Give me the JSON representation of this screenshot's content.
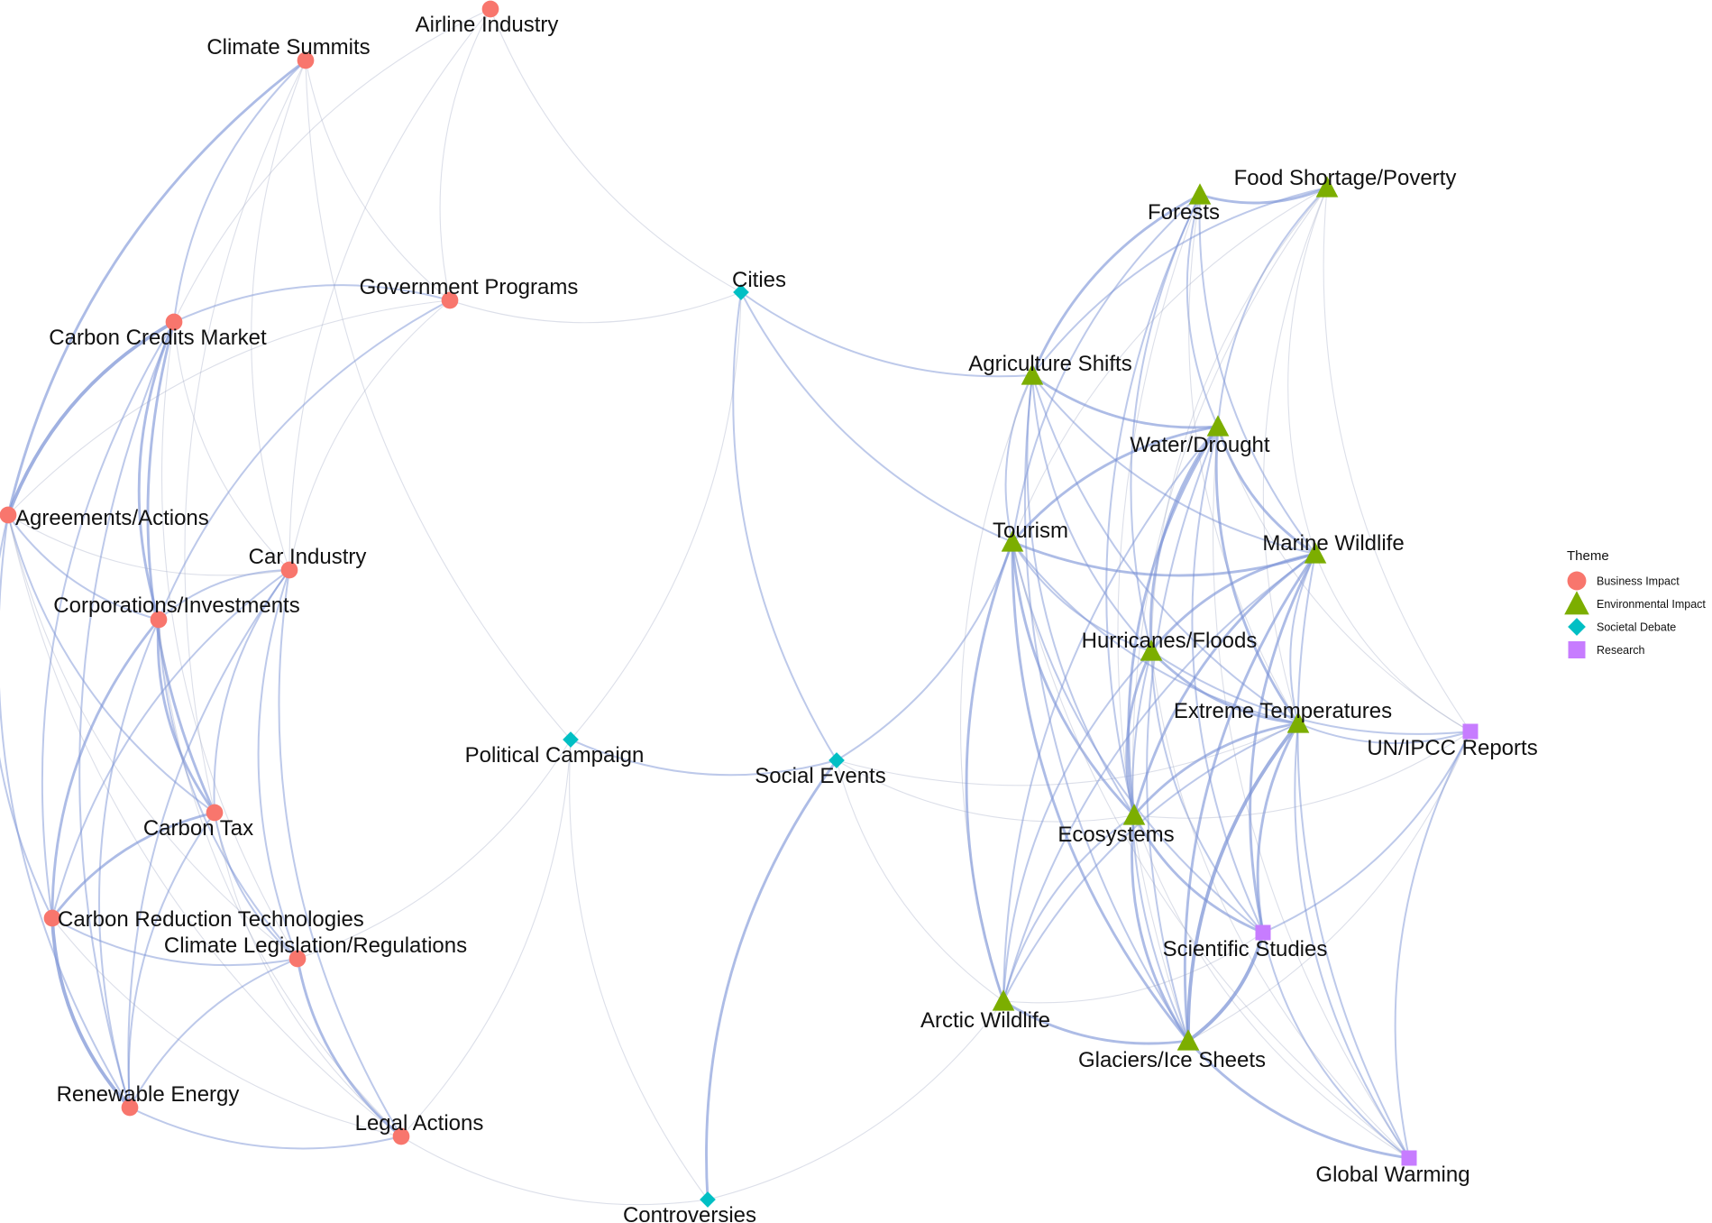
{
  "legend": {
    "title": "Theme",
    "items": [
      {
        "key": "business",
        "label": "Business Impact",
        "color": "#F8766D",
        "shape": "circle"
      },
      {
        "key": "environmental",
        "label": "Environmental Impact",
        "color": "#7CAE00",
        "shape": "triangle"
      },
      {
        "key": "societal",
        "label": "Societal Debate",
        "color": "#00BFC4",
        "shape": "diamond"
      },
      {
        "key": "research",
        "label": "Research",
        "color": "#C77CFF",
        "shape": "square"
      }
    ]
  },
  "edge_color": "#7b93d6",
  "nodes": [
    {
      "id": "airline",
      "label": "Airline Industry",
      "theme": "business"
    },
    {
      "id": "summits",
      "label": "Climate Summits",
      "theme": "business"
    },
    {
      "id": "govprog",
      "label": "Government Programs",
      "theme": "business"
    },
    {
      "id": "ccm",
      "label": "Carbon Credits Market",
      "theme": "business"
    },
    {
      "id": "agree",
      "label": "Agreements/Actions",
      "theme": "business"
    },
    {
      "id": "car",
      "label": "Car Industry",
      "theme": "business"
    },
    {
      "id": "corp",
      "label": "Corporations/Investments",
      "theme": "business"
    },
    {
      "id": "ctax",
      "label": "Carbon Tax",
      "theme": "business"
    },
    {
      "id": "crt",
      "label": "Carbon Reduction Technologies",
      "theme": "business"
    },
    {
      "id": "cleg",
      "label": "Climate Legislation/Regulations",
      "theme": "business"
    },
    {
      "id": "renew",
      "label": "Renewable Energy",
      "theme": "business"
    },
    {
      "id": "legal",
      "label": "Legal Actions",
      "theme": "business"
    },
    {
      "id": "cities",
      "label": "Cities",
      "theme": "societal"
    },
    {
      "id": "polcamp",
      "label": "Political Campaign",
      "theme": "societal"
    },
    {
      "id": "social",
      "label": "Social Events",
      "theme": "societal"
    },
    {
      "id": "contro",
      "label": "Controversies",
      "theme": "societal"
    },
    {
      "id": "forests",
      "label": "Forests",
      "theme": "environmental"
    },
    {
      "id": "food",
      "label": "Food Shortage/Poverty",
      "theme": "environmental"
    },
    {
      "id": "agri",
      "label": "Agriculture Shifts",
      "theme": "environmental"
    },
    {
      "id": "water",
      "label": "Water/Drought",
      "theme": "environmental"
    },
    {
      "id": "tourism",
      "label": "Tourism",
      "theme": "environmental"
    },
    {
      "id": "marine",
      "label": "Marine Wildlife",
      "theme": "environmental"
    },
    {
      "id": "hurr",
      "label": "Hurricanes/Floods",
      "theme": "environmental"
    },
    {
      "id": "extreme",
      "label": "Extreme Temperatures",
      "theme": "environmental"
    },
    {
      "id": "eco",
      "label": "Ecosystems",
      "theme": "environmental"
    },
    {
      "id": "arctic",
      "label": "Arctic Wildlife",
      "theme": "environmental"
    },
    {
      "id": "glaciers",
      "label": "Glaciers/Ice Sheets",
      "theme": "environmental"
    },
    {
      "id": "un",
      "label": "UN/IPCC Reports",
      "theme": "research"
    },
    {
      "id": "sci",
      "label": "Scientific Studies",
      "theme": "research"
    },
    {
      "id": "gw",
      "label": "Global Warming",
      "theme": "research"
    }
  ],
  "edges": [
    [
      "summits",
      "agree",
      3
    ],
    [
      "summits",
      "ccm",
      2
    ],
    [
      "summits",
      "govprog",
      1
    ],
    [
      "summits",
      "ctax",
      1
    ],
    [
      "summits",
      "polcamp",
      1
    ],
    [
      "summits",
      "car",
      1
    ],
    [
      "airline",
      "cities",
      1
    ],
    [
      "airline",
      "ccm",
      1
    ],
    [
      "airline",
      "car",
      1
    ],
    [
      "airline",
      "govprog",
      1
    ],
    [
      "govprog",
      "ccm",
      2
    ],
    [
      "govprog",
      "agree",
      1
    ],
    [
      "govprog",
      "corp",
      2
    ],
    [
      "govprog",
      "car",
      1
    ],
    [
      "govprog",
      "cities",
      1
    ],
    [
      "ccm",
      "agree",
      4
    ],
    [
      "ccm",
      "corp",
      3
    ],
    [
      "ccm",
      "ctax",
      3
    ],
    [
      "ccm",
      "crt",
      2
    ],
    [
      "ccm",
      "renew",
      2
    ],
    [
      "ccm",
      "cleg",
      1
    ],
    [
      "ccm",
      "car",
      1
    ],
    [
      "agree",
      "corp",
      2
    ],
    [
      "agree",
      "ctax",
      2
    ],
    [
      "agree",
      "crt",
      2
    ],
    [
      "agree",
      "renew",
      2
    ],
    [
      "agree",
      "cleg",
      1
    ],
    [
      "agree",
      "car",
      1
    ],
    [
      "agree",
      "legal",
      1
    ],
    [
      "car",
      "corp",
      2
    ],
    [
      "car",
      "ctax",
      2
    ],
    [
      "car",
      "crt",
      2
    ],
    [
      "car",
      "renew",
      2
    ],
    [
      "car",
      "cleg",
      2
    ],
    [
      "car",
      "legal",
      2
    ],
    [
      "corp",
      "ctax",
      3
    ],
    [
      "corp",
      "crt",
      3
    ],
    [
      "corp",
      "renew",
      2
    ],
    [
      "corp",
      "cleg",
      2
    ],
    [
      "corp",
      "legal",
      1
    ],
    [
      "ctax",
      "crt",
      3
    ],
    [
      "ctax",
      "renew",
      2
    ],
    [
      "ctax",
      "cleg",
      2
    ],
    [
      "ctax",
      "legal",
      1
    ],
    [
      "crt",
      "renew",
      4
    ],
    [
      "crt",
      "cleg",
      2
    ],
    [
      "crt",
      "legal",
      1
    ],
    [
      "cleg",
      "renew",
      2
    ],
    [
      "cleg",
      "legal",
      3
    ],
    [
      "cleg",
      "polcamp",
      1
    ],
    [
      "renew",
      "legal",
      2
    ],
    [
      "legal",
      "polcamp",
      1
    ],
    [
      "legal",
      "contro",
      1
    ],
    [
      "polcamp",
      "social",
      2
    ],
    [
      "polcamp",
      "contro",
      1
    ],
    [
      "polcamp",
      "cities",
      1
    ],
    [
      "cities",
      "social",
      2
    ],
    [
      "cities",
      "agri",
      2
    ],
    [
      "cities",
      "tourism",
      2
    ],
    [
      "social",
      "contro",
      3
    ],
    [
      "social",
      "tourism",
      2
    ],
    [
      "social",
      "arctic",
      1
    ],
    [
      "social",
      "eco",
      1
    ],
    [
      "social",
      "extreme",
      1
    ],
    [
      "contro",
      "arctic",
      1
    ],
    [
      "forests",
      "food",
      3
    ],
    [
      "forests",
      "agri",
      3
    ],
    [
      "forests",
      "water",
      2
    ],
    [
      "forests",
      "tourism",
      2
    ],
    [
      "forests",
      "marine",
      2
    ],
    [
      "forests",
      "hurr",
      2
    ],
    [
      "forests",
      "eco",
      2
    ],
    [
      "forests",
      "extreme",
      1
    ],
    [
      "forests",
      "glaciers",
      1
    ],
    [
      "food",
      "agri",
      2
    ],
    [
      "food",
      "water",
      2
    ],
    [
      "food",
      "tourism",
      1
    ],
    [
      "food",
      "marine",
      1
    ],
    [
      "food",
      "hurr",
      1
    ],
    [
      "food",
      "eco",
      1
    ],
    [
      "food",
      "un",
      1
    ],
    [
      "food",
      "extreme",
      1
    ],
    [
      "agri",
      "water",
      3
    ],
    [
      "agri",
      "tourism",
      2
    ],
    [
      "agri",
      "marine",
      2
    ],
    [
      "agri",
      "hurr",
      2
    ],
    [
      "agri",
      "eco",
      2
    ],
    [
      "agri",
      "extreme",
      2
    ],
    [
      "agri",
      "arctic",
      1
    ],
    [
      "agri",
      "glaciers",
      2
    ],
    [
      "water",
      "tourism",
      3
    ],
    [
      "water",
      "marine",
      3
    ],
    [
      "water",
      "hurr",
      3
    ],
    [
      "water",
      "extreme",
      3
    ],
    [
      "water",
      "eco",
      3
    ],
    [
      "water",
      "arctic",
      2
    ],
    [
      "water",
      "glaciers",
      2
    ],
    [
      "water",
      "sci",
      2
    ],
    [
      "water",
      "un",
      1
    ],
    [
      "water",
      "gw",
      1
    ],
    [
      "tourism",
      "marine",
      3
    ],
    [
      "tourism",
      "hurr",
      2
    ],
    [
      "tourism",
      "eco",
      3
    ],
    [
      "tourism",
      "extreme",
      2
    ],
    [
      "tourism",
      "arctic",
      3
    ],
    [
      "tourism",
      "glaciers",
      3
    ],
    [
      "tourism",
      "sci",
      2
    ],
    [
      "tourism",
      "gw",
      1
    ],
    [
      "marine",
      "hurr",
      3
    ],
    [
      "marine",
      "extreme",
      2
    ],
    [
      "marine",
      "eco",
      3
    ],
    [
      "marine",
      "arctic",
      2
    ],
    [
      "marine",
      "glaciers",
      3
    ],
    [
      "marine",
      "sci",
      3
    ],
    [
      "marine",
      "un",
      1
    ],
    [
      "marine",
      "gw",
      2
    ],
    [
      "hurr",
      "extreme",
      3
    ],
    [
      "hurr",
      "eco",
      3
    ],
    [
      "hurr",
      "arctic",
      2
    ],
    [
      "hurr",
      "glaciers",
      2
    ],
    [
      "hurr",
      "sci",
      2
    ],
    [
      "hurr",
      "un",
      2
    ],
    [
      "hurr",
      "gw",
      1
    ],
    [
      "extreme",
      "eco",
      3
    ],
    [
      "extreme",
      "arctic",
      2
    ],
    [
      "extreme",
      "glaciers",
      4
    ],
    [
      "extreme",
      "sci",
      3
    ],
    [
      "extreme",
      "un",
      2
    ],
    [
      "extreme",
      "gw",
      2
    ],
    [
      "eco",
      "arctic",
      2
    ],
    [
      "eco",
      "glaciers",
      3
    ],
    [
      "eco",
      "sci",
      3
    ],
    [
      "eco",
      "un",
      1
    ],
    [
      "eco",
      "gw",
      1
    ],
    [
      "arctic",
      "glaciers",
      3
    ],
    [
      "arctic",
      "sci",
      1
    ],
    [
      "glaciers",
      "sci",
      4
    ],
    [
      "glaciers",
      "gw",
      3
    ],
    [
      "glaciers",
      "un",
      1
    ],
    [
      "sci",
      "un",
      2
    ],
    [
      "sci",
      "gw",
      2
    ],
    [
      "un",
      "gw",
      2
    ]
  ]
}
